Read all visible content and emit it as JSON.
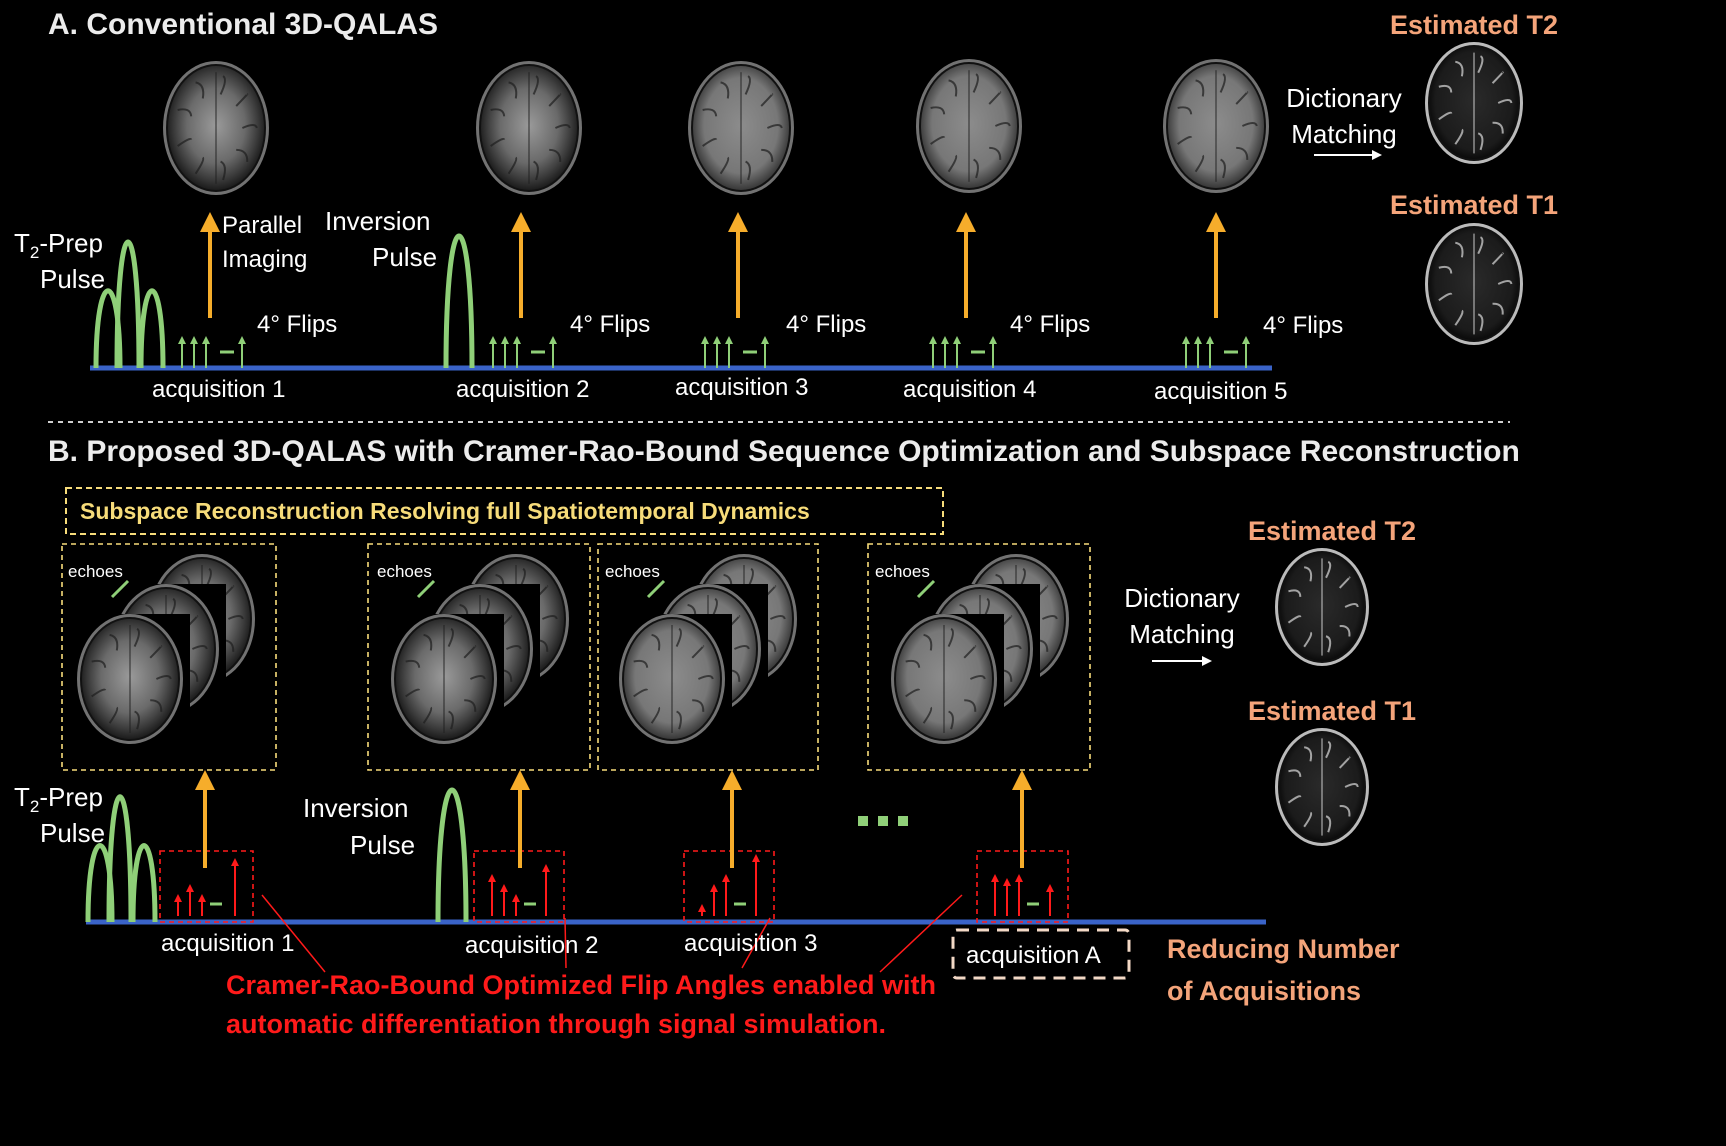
{
  "section_a": {
    "title": "A. Conventional 3D-QALAS",
    "t2prep_line1": "T",
    "t2prep_sub": "2",
    "t2prep_line1_rest": "-Prep",
    "t2prep_line2": "Pulse",
    "parallel_line1": "Parallel",
    "parallel_line2": "Imaging",
    "inversion_line1": "Inversion",
    "inversion_line2": "Pulse",
    "flips": [
      "4° Flips",
      "4° Flips",
      "4° Flips",
      "4° Flips",
      "4° Flips"
    ],
    "acquisitions": [
      "acquisition 1",
      "acquisition 2",
      "acquisition 3",
      "acquisition 4",
      "acquisition 5"
    ],
    "dict_line1": "Dictionary",
    "dict_line2": "Matching",
    "est_t2": "Estimated T2",
    "est_t1": "Estimated T1"
  },
  "section_b": {
    "title": "B. Proposed 3D-QALAS with Cramer-Rao-Bound Sequence Optimization and Subspace Reconstruction",
    "subspace_label": "Subspace Reconstruction Resolving full Spatiotemporal Dynamics",
    "echoes": [
      "echoes",
      "echoes",
      "echoes",
      "echoes"
    ],
    "t2prep_line1": "T",
    "t2prep_sub": "2",
    "t2prep_line1_rest": "-Prep",
    "t2prep_line2": "Pulse",
    "inversion_line1": "Inversion",
    "inversion_line2": "Pulse",
    "acquisitions": [
      "acquisition 1",
      "acquisition 2",
      "acquisition 3",
      "acquisition A"
    ],
    "dict_line1": "Dictionary",
    "dict_line2": "Matching",
    "est_t2": "Estimated T2",
    "est_t1": "Estimated T1",
    "crb_line1": "Cramer-Rao-Bound Optimized Flip Angles enabled with",
    "crb_line2": "automatic differentiation through signal simulation.",
    "reduce_line1": "Reducing Number",
    "reduce_line2": "of Acquisitions"
  },
  "colors": {
    "timeline": "#3a63c8",
    "pulse": "#8fcf78",
    "readout_arrow": "#f6ad2b",
    "crb": "#ff1a1a",
    "estimated": "#f4a47a",
    "subspace": "#f7dc7a"
  },
  "icons": [
    "brain-mri-image",
    "rf-pulse-icon",
    "flip-arrow-icon",
    "right-arrow-icon"
  ]
}
